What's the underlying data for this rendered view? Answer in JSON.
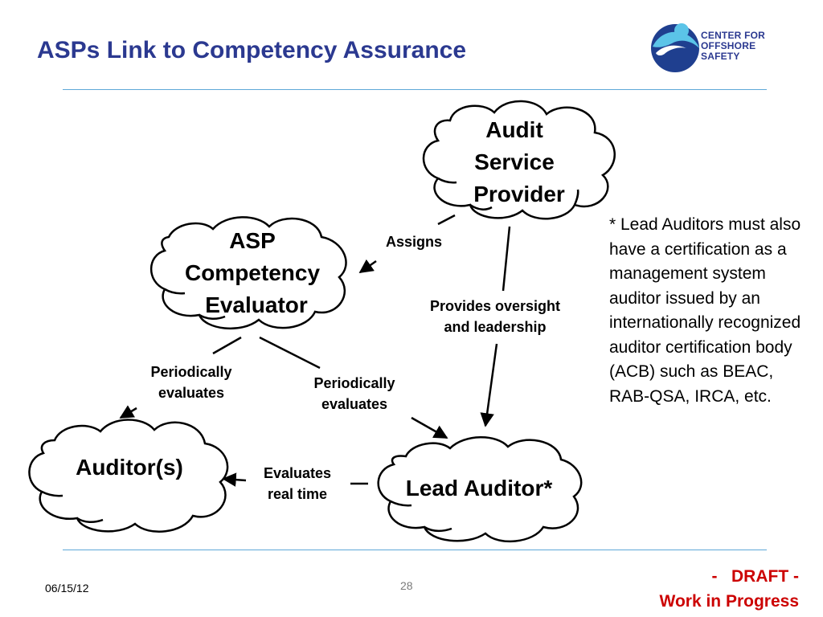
{
  "slide": {
    "title": "ASPs Link to Competency Assurance",
    "logo_text": [
      "CENTER FOR",
      "OFFSHORE",
      "SAFETY"
    ],
    "date": "06/15/12",
    "page_number": "28",
    "draft_line1": "-   DRAFT -",
    "draft_line2": "Work in Progress"
  },
  "diagram": {
    "nodes": {
      "audit_service_provider": [
        "Audit",
        "Service",
        "Provider"
      ],
      "asp_competency_evaluator": [
        "ASP",
        "Competency",
        "Evaluator"
      ],
      "auditors": [
        "Auditor(s)"
      ],
      "lead_auditor": [
        "Lead Auditor*"
      ]
    },
    "edges": {
      "assigns": [
        "Assigns"
      ],
      "provides_oversight": [
        "Provides oversight",
        "and leadership"
      ],
      "periodically_evaluates_auditors": [
        "Periodically",
        "evaluates"
      ],
      "periodically_evaluates_lead": [
        "Periodically",
        "evaluates"
      ],
      "evaluates_real_time": [
        "Evaluates",
        "real time"
      ]
    },
    "note": "* Lead Auditors must also have a certification as a management system auditor issued by an internationally recognized auditor certification body (ACB) such as BEAC, RAB-QSA, IRCA, etc."
  }
}
